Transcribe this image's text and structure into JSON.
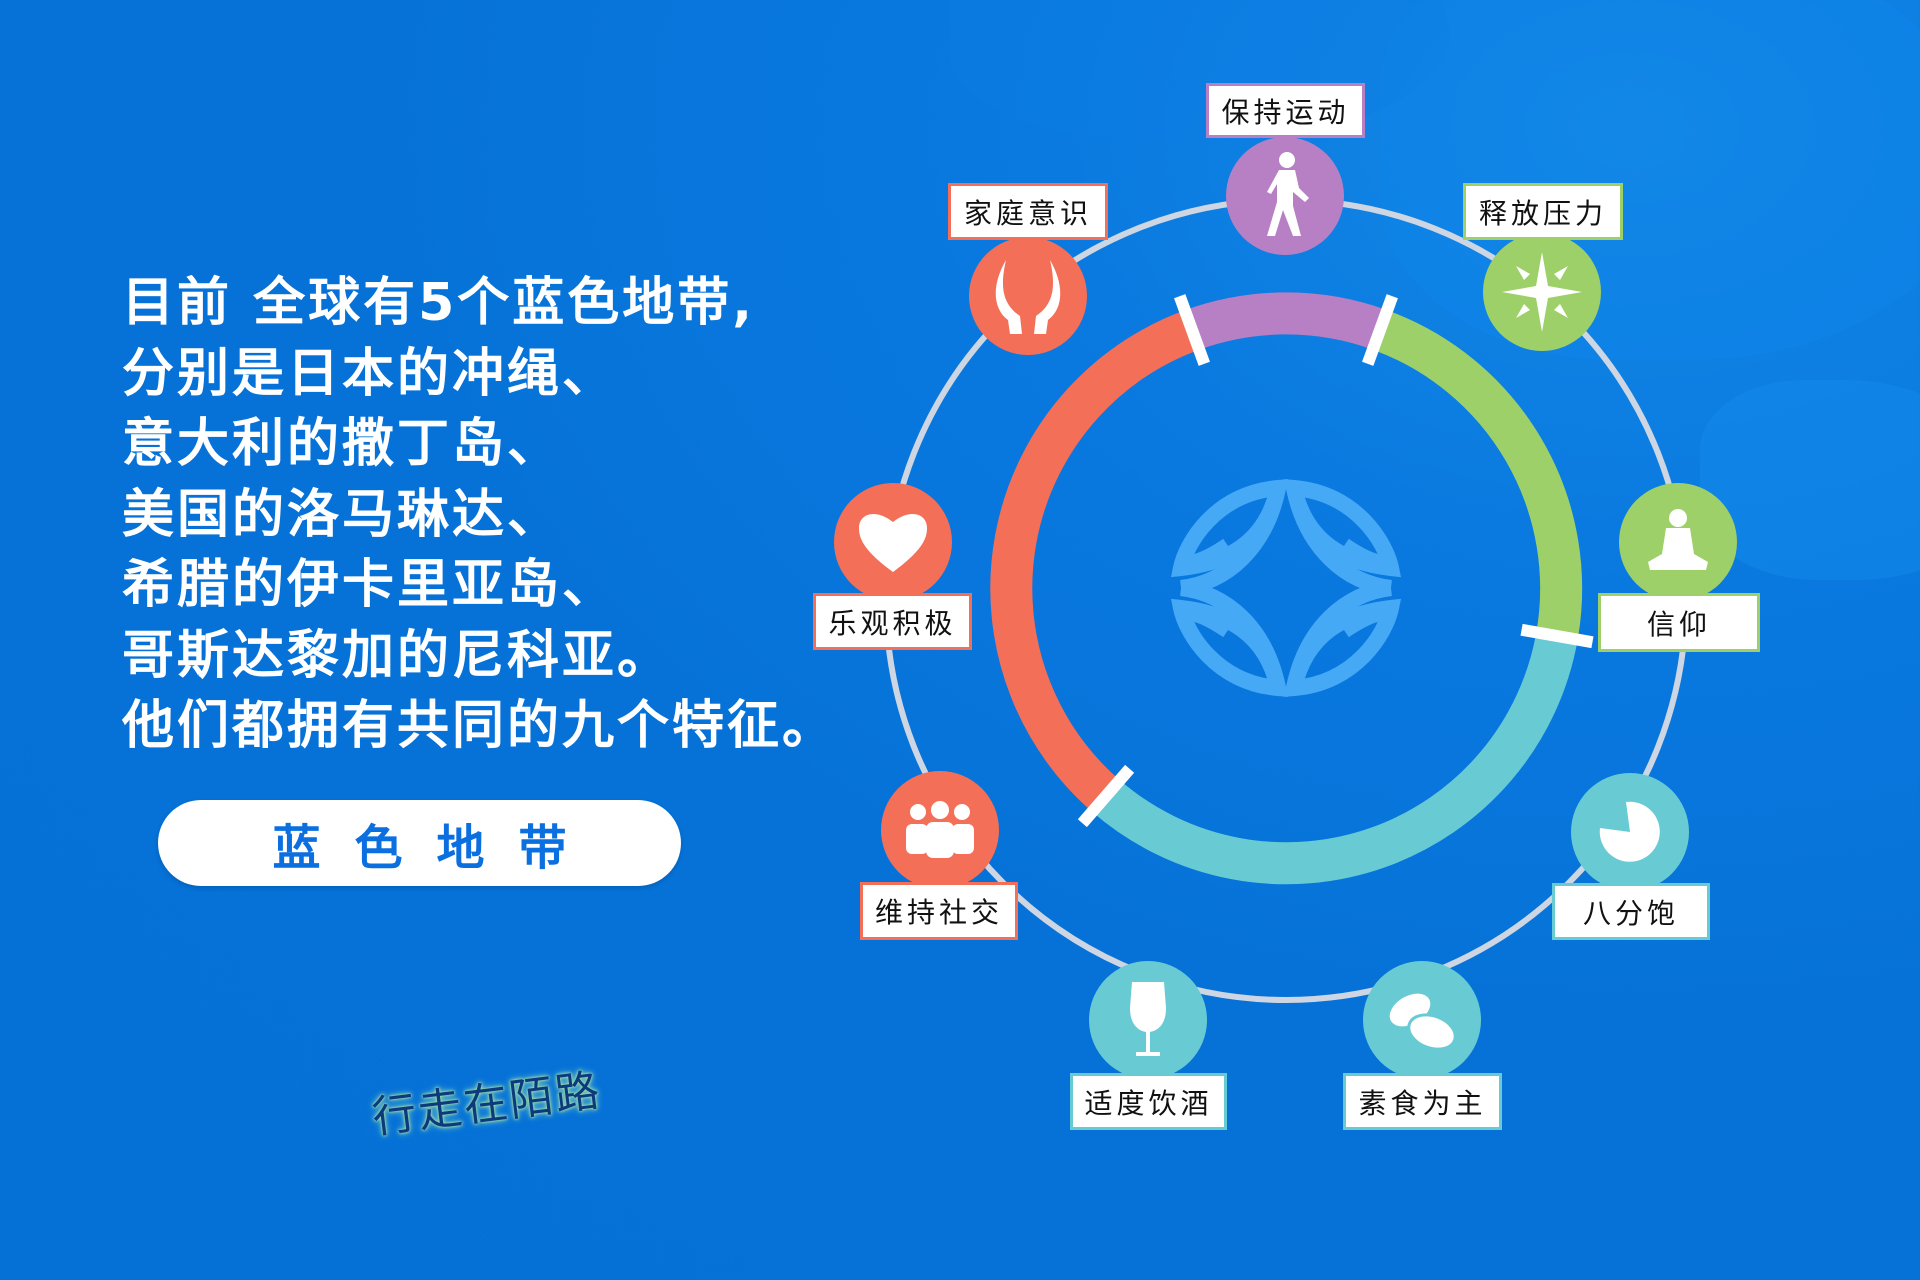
{
  "intro": {
    "lines": [
      "目前 全球有5个蓝色地带,",
      "分别是日本的冲绳、",
      "意大利的撒丁岛、",
      "美国的洛马琳达、",
      "希腊的伊卡里亚岛、",
      "哥斯达黎加的尼科亚。",
      "他们都拥有共同的九个特征。"
    ]
  },
  "pill": {
    "label": "蓝色地带"
  },
  "watermark": {
    "text": "行走在陌路"
  },
  "colors": {
    "background": "#0672d8",
    "red": "#f46f57",
    "purple": "#b780c4",
    "green": "#9dd068",
    "teal": "#68cbd4",
    "ring_track": "#cdd6e2",
    "logo": "#46a9f6"
  },
  "diagram": {
    "center_logo": "blue-zones-leaf-logo",
    "ring_segments": [
      {
        "name": "purple",
        "start_deg": -20,
        "end_deg": 20
      },
      {
        "name": "green",
        "start_deg": 20,
        "end_deg": 100
      },
      {
        "name": "teal",
        "start_deg": 100,
        "end_deg": 221
      },
      {
        "name": "red",
        "start_deg": 221,
        "end_deg": 340
      }
    ],
    "nodes": [
      {
        "id": "exercise",
        "label": "保持运动",
        "icon": "walking-person-icon",
        "color": "purple"
      },
      {
        "id": "stress",
        "label": "释放压力",
        "icon": "sparkle-star-icon",
        "color": "green"
      },
      {
        "id": "faith",
        "label": "信仰",
        "icon": "meditation-icon",
        "color": "green"
      },
      {
        "id": "portion",
        "label": "八分饱",
        "icon": "pie-portion-icon",
        "color": "teal"
      },
      {
        "id": "plant",
        "label": "素食为主",
        "icon": "beans-icon",
        "color": "teal"
      },
      {
        "id": "wine",
        "label": "适度饮酒",
        "icon": "wine-glass-icon",
        "color": "teal"
      },
      {
        "id": "social",
        "label": "维持社交",
        "icon": "people-group-icon",
        "color": "red"
      },
      {
        "id": "optimism",
        "label": "乐观积极",
        "icon": "heart-icon",
        "color": "red"
      },
      {
        "id": "family",
        "label": "家庭意识",
        "icon": "caring-hands-icon",
        "color": "red"
      }
    ]
  }
}
